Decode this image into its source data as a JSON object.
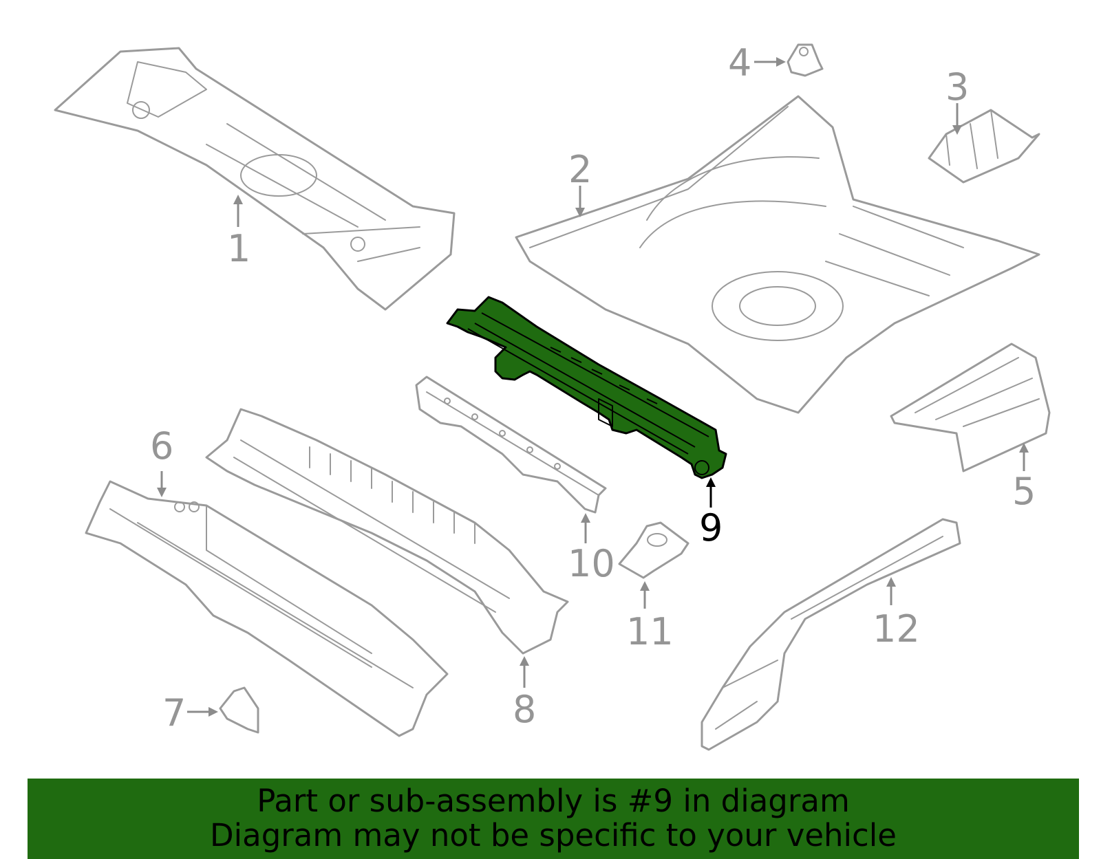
{
  "diagram": {
    "callouts": {
      "c1": "1",
      "c2": "2",
      "c3": "3",
      "c4": "4",
      "c5": "5",
      "c6": "6",
      "c7": "7",
      "c8": "8",
      "c9": "9",
      "c10": "10",
      "c11": "11",
      "c12": "12"
    },
    "highlighted_callout": "9",
    "colors": {
      "highlight": "#1f6b10",
      "outline": "#9a9a9a",
      "banner": "#1f6b10"
    }
  },
  "banner": {
    "line1": "Part or sub-assembly is #9 in diagram",
    "line2": "Diagram may not be specific to your vehicle"
  }
}
